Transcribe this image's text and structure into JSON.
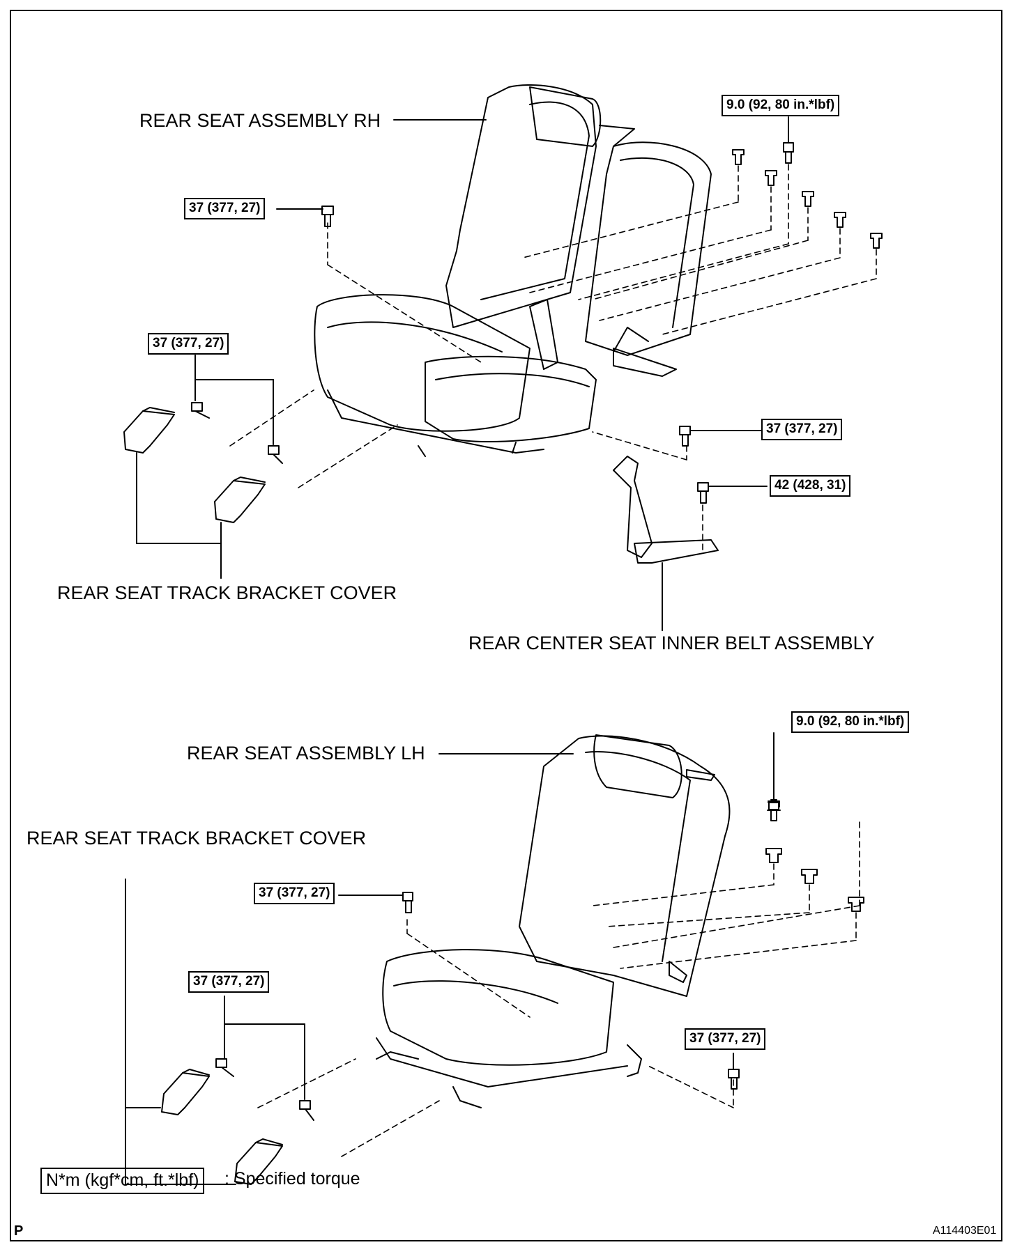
{
  "labels": {
    "rear_seat_rh": "REAR SEAT ASSEMBLY RH",
    "track_cover_top": "REAR SEAT TRACK BRACKET COVER",
    "center_belt": "REAR CENTER SEAT INNER BELT ASSEMBLY",
    "rear_seat_lh": "REAR SEAT ASSEMBLY LH",
    "track_cover_bottom": "REAR SEAT TRACK BRACKET COVER"
  },
  "torques": {
    "t1": "9.0 (92, 80 in.*lbf)",
    "t2": "37 (377, 27)",
    "t3": "37 (377, 27)",
    "t4": "37 (377, 27)",
    "t5": "42 (428, 31)",
    "t6": "9.0 (92, 80 in.*lbf)",
    "t7": "37 (377, 27)",
    "t8": "37 (377, 27)",
    "t9": "37 (377, 27)"
  },
  "legend": {
    "unit": "N*m (kgf*cm, ft.*lbf)",
    "text": ": Specified torque"
  },
  "corner": {
    "left": "P",
    "right": "A114403E01"
  }
}
